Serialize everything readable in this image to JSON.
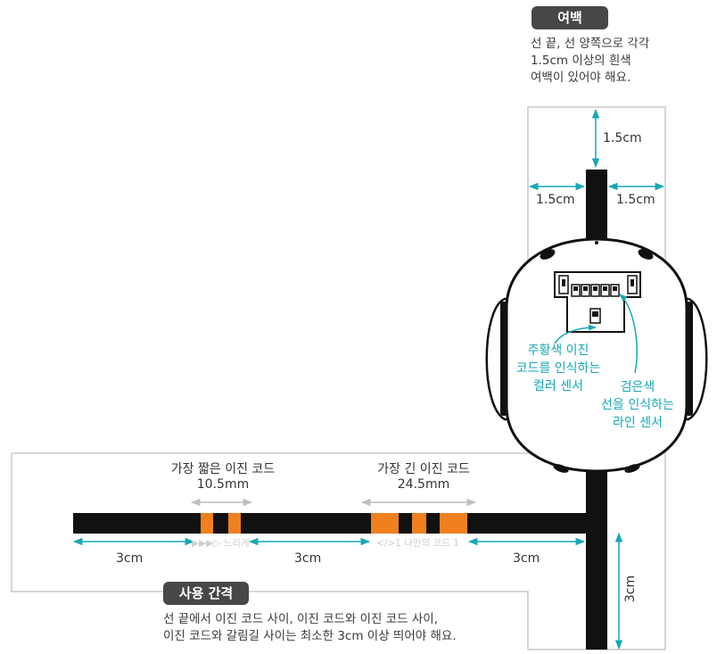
{
  "margin_section": {
    "badge": "여백",
    "desc_lines": [
      "선 끝, 선 양쪽으로 각각",
      "1.5cm 이상의 흰색",
      "여백이 있어야 해요."
    ],
    "top_gap": "1.5cm",
    "left_gap": "1.5cm",
    "right_gap": "1.5cm"
  },
  "robot": {
    "color_sensor_lines": [
      "주황색 이진",
      "코드를 인식하는",
      "컬러 센서"
    ],
    "line_sensor_lines": [
      "검은색",
      "선을 인식하는",
      "라인 센서"
    ]
  },
  "codes": {
    "shortest_title": "가장 짧은 이진 코드",
    "shortest_size": "10.5mm",
    "shortest_name": "▶▶▶▷ 느리게",
    "longest_title": "가장 긴 이진 코드",
    "longest_size": "24.5mm",
    "longest_name": "</>1 나만의 코드 1"
  },
  "spacing": {
    "gap_1": "3cm",
    "gap_2": "3cm",
    "gap_3": "3cm",
    "gap_vertical": "3cm"
  },
  "usage_section": {
    "badge": "사용 간격",
    "desc_lines": [
      "선 끝에서 이진 코드 사이, 이진 코드와 이진 코드 사이,",
      "이진 코드와 갈림길 사이는 최소한 3cm 이상 띄어야 해요."
    ]
  },
  "colors": {
    "line": "#111111",
    "orange": "#f0801e",
    "teal": "#17a8b5",
    "badge": "#474747",
    "border": "#c8c8c8"
  }
}
